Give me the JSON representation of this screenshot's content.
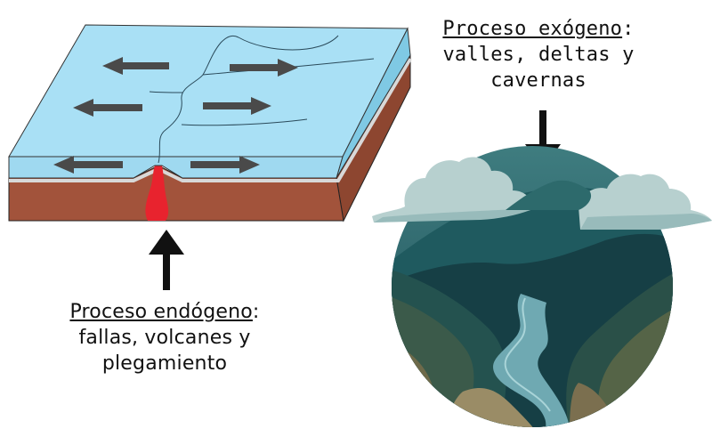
{
  "endogenous": {
    "heading": "Proceso endógeno",
    "colon": ":",
    "line1": "fallas, volcanes y",
    "line2": "plegamiento"
  },
  "exogenous": {
    "heading": "Proceso exógeno",
    "colon": ":",
    "line1": "valles, deltas y",
    "line2": "cavernas"
  },
  "colors": {
    "ocean": "#a9e0f5",
    "crust": "#a2533b",
    "magma": "#e8232e",
    "arrow": "#4a4a4a",
    "sphere_dark": "#1c4a50",
    "cloud": "#b7d0cf"
  }
}
